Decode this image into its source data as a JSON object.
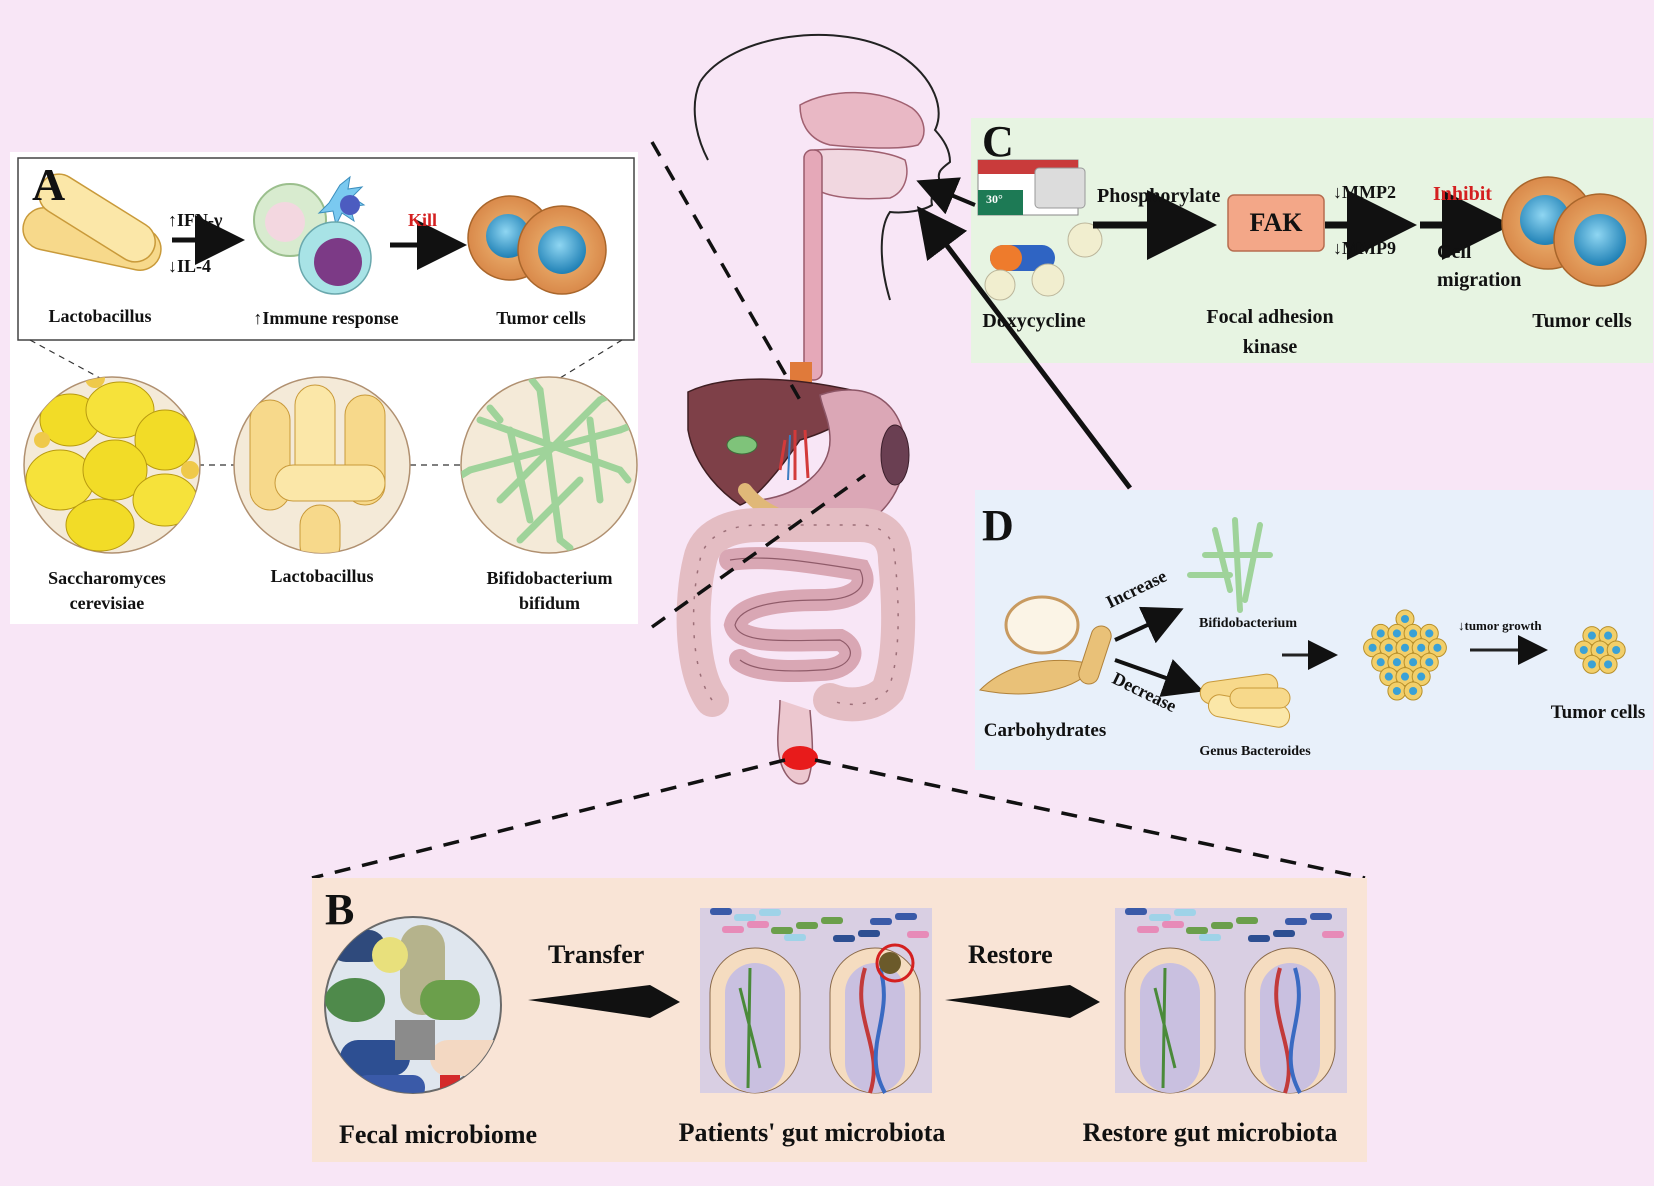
{
  "panels": {
    "a": {
      "letter": "A",
      "ifn": "↑IFN-γ",
      "il4": "↓IL-4",
      "kill": "Kill",
      "lacto_top": "Lactobacillus",
      "immune": "↑Immune response",
      "tumor": "Tumor cells",
      "sacch": "Saccharomyces cerevisiae",
      "lacto_circle": "Lactobacillus",
      "bifido": "Bifidobacterium bifidum"
    },
    "b": {
      "letter": "B",
      "transfer": "Transfer",
      "restore_arrow": "Restore",
      "fecal": "Fecal microbiome",
      "patients": "Patients' gut microbiota",
      "restore_gut": "Restore gut microbiota"
    },
    "c": {
      "letter": "C",
      "drug_box": "30°",
      "phosphorylate": "Phosphorylate",
      "fak": "FAK",
      "mmp2": "↓MMP2",
      "mmp9": "↓MMP9",
      "inhibit": "Inhibit",
      "cell_migration": "Cell migration",
      "doxy": "Doxycycline",
      "focal": "Focal adhesion kinase",
      "tumor": "Tumor cells"
    },
    "d": {
      "letter": "D",
      "increase": "Increase",
      "decrease": "Decrease",
      "bifido": "Bifidobacterium",
      "carbs": "Carbohydrates",
      "bacteroides": "Genus Bacteroides",
      "growth": "↓tumor growth",
      "tumor": "Tumor cells"
    }
  },
  "colors": {
    "background": "#f8e6f6",
    "panel_c_bg": "#e7f4e2",
    "panel_d_bg": "#e8f0fa",
    "panel_b_bg": "#f9e4d6",
    "fak_box": "#f3a788",
    "accent_red": "#d42020",
    "yeast_yellow": "#f2dc27",
    "lacto_yellow": "#f7d98b",
    "bifido_green": "#9fd39a",
    "tumor_orange": "#e7a15c",
    "tumor_blue": "#2f9ccf"
  }
}
